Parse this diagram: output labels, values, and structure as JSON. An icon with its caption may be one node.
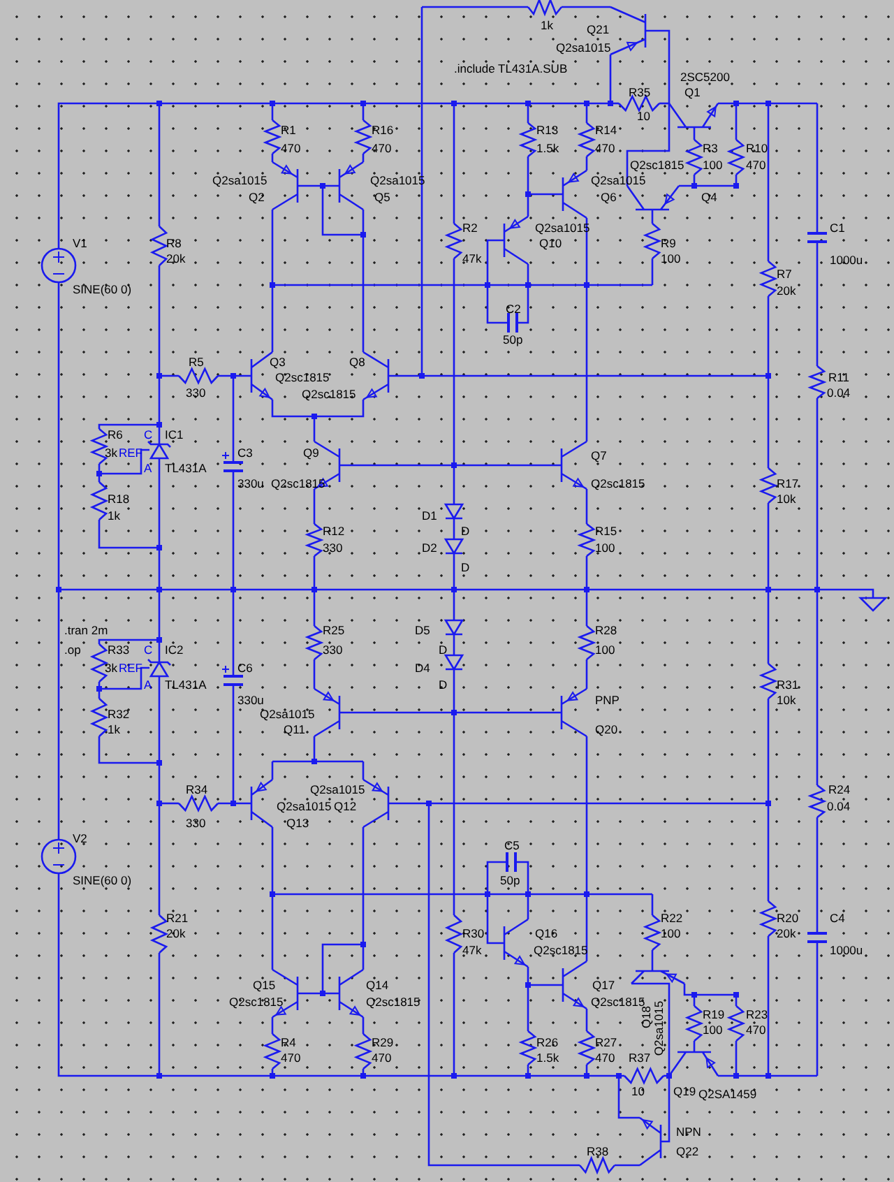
{
  "diagram": {
    "labels": [
      "1k",
      "Q21",
      "Q2sa1015",
      ".include TL431A.SUB",
      "2SC5200",
      "R35",
      "Q1",
      "10",
      "R1",
      "R16",
      "R13",
      "R14",
      "470",
      "470",
      "1.5k",
      "470",
      "R3",
      "R10",
      "Q2sc1815",
      "100",
      "470",
      "Q2sa1015",
      "Q2sa1015",
      "Q2sa1015",
      "Q2",
      "Q5",
      "Q6",
      "Q4",
      "R2",
      "Q2sa1015",
      "C1",
      "V1",
      "R8",
      "Q10",
      "R9",
      "20k",
      "47k",
      "100",
      "1000u",
      "R7",
      "SINE(60 0)",
      "20k",
      "C2",
      "50p",
      "R5",
      "Q3",
      "Q8",
      "Q2sc1815",
      "R11",
      "330",
      "Q2sc1815",
      "0.04",
      "R6",
      "C",
      "IC1",
      "3k",
      "REF",
      "C3",
      "Q9",
      "Q7",
      "A",
      "TL431A",
      "330u",
      "Q2sc1815",
      "Q2sc1815",
      "R17",
      "R18",
      "10k",
      "1k",
      "D1",
      "R12",
      "D",
      "R15",
      "330",
      "D2",
      "100",
      "D",
      ".tran 2m",
      "R25",
      "D5",
      "R28",
      ".op",
      "R33",
      "C",
      "IC2",
      "330",
      "D",
      "100",
      "3k",
      "REF",
      "C6",
      "D4",
      "A",
      "TL431A",
      "D",
      "R31",
      "330u",
      "PNP",
      "10k",
      "R32",
      "Q2sa1015",
      "1k",
      "Q11",
      "Q20",
      "R34",
      "Q2sa1015",
      "R24",
      "Q2sa1015",
      "Q12",
      "0.04",
      "330",
      "Q13",
      "V2",
      "C5",
      "SINE(60 0)",
      "50p",
      "R21",
      "R22",
      "R20",
      "C4",
      "20k",
      "R30",
      "Q16",
      "100",
      "20k",
      "47k",
      "Q2sc1815",
      "1000u",
      "Q15",
      "Q14",
      "Q17",
      "Q2sc1815",
      "Q2sc1815",
      "Q2sc1815",
      "Q18",
      "Q2sa1015",
      "R19",
      "R23",
      "100",
      "470",
      "R4",
      "R29",
      "R26",
      "R27",
      "470",
      "470",
      "1.5k",
      "470",
      "R37",
      "10",
      "Q19",
      "Q2SA1459",
      "NPN",
      "R38",
      "Q22"
    ]
  }
}
